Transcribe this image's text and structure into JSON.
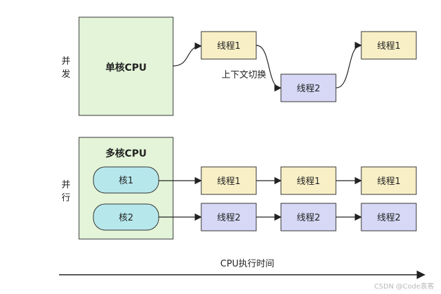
{
  "concurrency": {
    "side_label_1": "并",
    "side_label_2": "发",
    "cpu_label": "单核CPU",
    "thread1": "线程1",
    "thread2": "线程2",
    "thread1_again": "线程1",
    "switch_label": "上下文切换"
  },
  "parallelism": {
    "side_label_1": "并",
    "side_label_2": "行",
    "cpu_label": "多核CPU",
    "core1": "核1",
    "core2": "核2",
    "row1": [
      "线程1",
      "线程1",
      "线程1"
    ],
    "row2": [
      "线程2",
      "线程2",
      "线程2"
    ]
  },
  "axis": {
    "label": "CPU执行时间"
  },
  "watermark": "CSDN @Code袁客",
  "colors": {
    "cpu_fill": "#e3f4d8",
    "thread1_fill": "#f8efc6",
    "thread2_fill": "#d6d8f6",
    "core_fill": "#b6e7eb",
    "stroke": "#333333"
  }
}
